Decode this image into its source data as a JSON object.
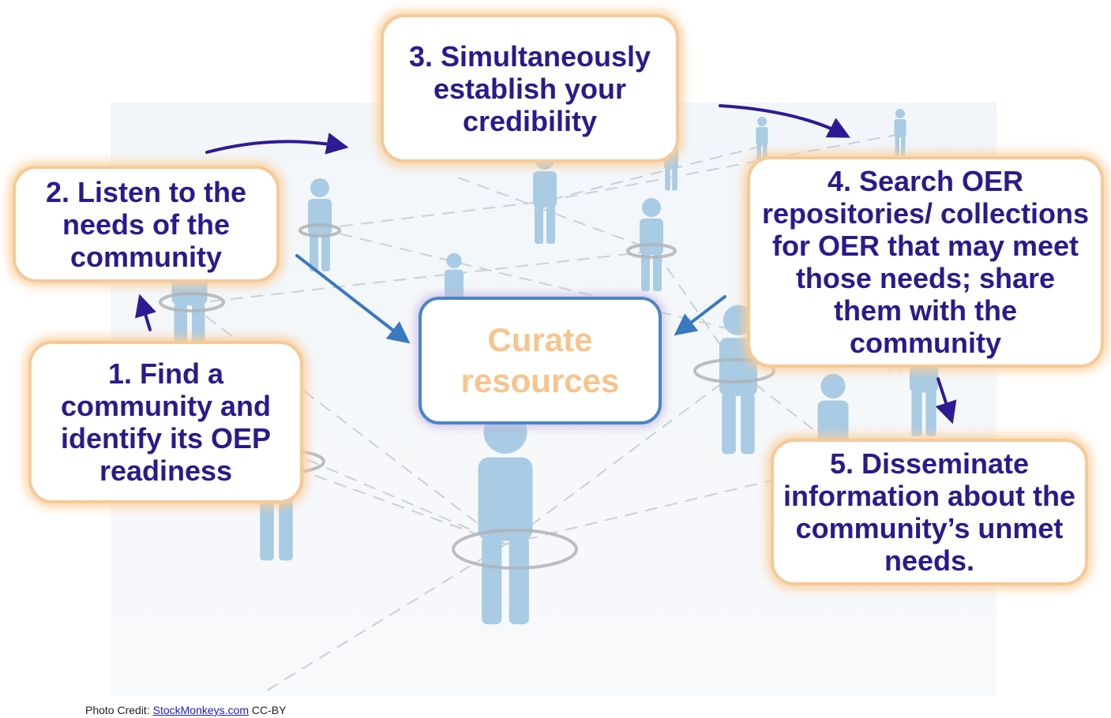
{
  "steps": [
    {
      "id": "step1",
      "text": "1. Find a community and identify its OEP readiness"
    },
    {
      "id": "step2",
      "text": "2. Listen to the needs of the community"
    },
    {
      "id": "step3",
      "text": "3. Simultaneously establish your credibility"
    },
    {
      "id": "step4",
      "text": "4. Search OER repositories/ collections for OER that may meet those needs; share them with the community"
    },
    {
      "id": "step5",
      "text": "5. Disseminate information about the community’s unmet needs."
    }
  ],
  "center": {
    "text": "Curate resources"
  },
  "credit": {
    "prefix": "Photo Credit:",
    "link_text": "StockMonkeys.com",
    "suffix": "CC-BY"
  },
  "colors": {
    "step_text": "#2a1a8c",
    "step_border": "#f6c998",
    "center_text": "#f7c48e",
    "center_border": "#4a86c8",
    "arrow_dark": "#2e1a94",
    "arrow_blue": "#3a78c0",
    "figure": "#a9cbe4"
  }
}
